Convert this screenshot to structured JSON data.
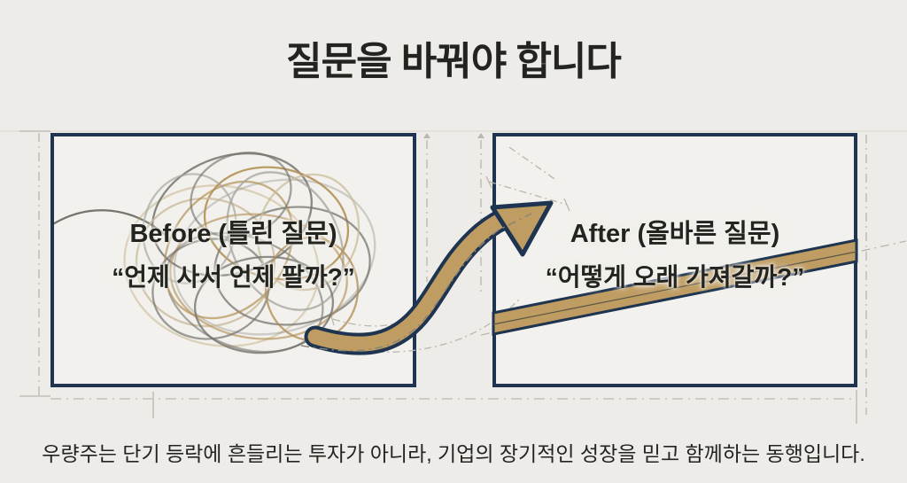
{
  "title": "질문을 바꿔야 합니다",
  "left_panel": {
    "heading": "Before (틀린 질문)",
    "quote": "“언제 사서 언제 팔까?”"
  },
  "right_panel": {
    "heading": "After (올바른 질문)",
    "quote": "“어떻게 오래 가져갈까?”"
  },
  "caption": "우량주는 단기 등락에 흔들리는 투자가 아니라, 기업의 장기적인 성장을 믿고 함께하는 동행입니다.",
  "icons": {
    "tangled_scribble": "tangled-scribble",
    "transition_arrow": "curved-arrow-right",
    "straight_line": "rising-straight-band"
  },
  "colors": {
    "bg": "#edece8",
    "panel": "#f2f1ed",
    "navy": "#1e3450",
    "gold": "#bf9c61",
    "ink": "#23231f",
    "gray-line": "#75746e",
    "gold-line": "#b29157",
    "light-gold": "#c9bc9b",
    "light-gray": "#a8a69e",
    "guide": "#b9b7ae",
    "faint": "#dcdad2"
  }
}
